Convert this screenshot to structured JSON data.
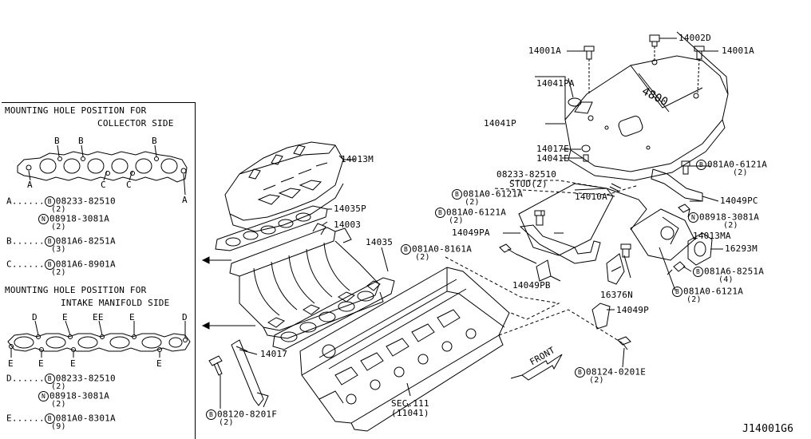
{
  "inset": {
    "collector": {
      "title1": "MOUNTING HOLE POSITION FOR",
      "title2": "COLLECTOR SIDE",
      "markB1": "B",
      "markB2": "B",
      "markB3": "B",
      "markC1": "C",
      "markC2": "C",
      "markA1": "A",
      "markA2": "A",
      "legend": [
        {
          "key": "A",
          "dots": "......",
          "sym": "B",
          "part": "08233-82510",
          "qty": "(2)"
        },
        {
          "key": "",
          "dots": "",
          "sym": "N",
          "part": "08918-3081A",
          "qty": "(2)"
        },
        {
          "key": "B",
          "dots": "......",
          "sym": "B",
          "part": "081A6-8251A",
          "qty": "(3)"
        },
        {
          "key": "C",
          "dots": "......",
          "sym": "B",
          "part": "081A6-8901A",
          "qty": "(2)"
        }
      ]
    },
    "intake": {
      "title1": "MOUNTING HOLE POSITION FOR",
      "title2": "INTAKE MANIFOLD SIDE",
      "markD1": "D",
      "markE1": "E",
      "markEE": "EE",
      "markE2": "E",
      "markD2": "D",
      "markE3": "E",
      "markE4": "E",
      "markE5": "E",
      "markE6": "E",
      "legend": [
        {
          "key": "D",
          "dots": "......",
          "sym": "B",
          "part": "08233-82510",
          "qty": "(2)"
        },
        {
          "key": "",
          "dots": "",
          "sym": "N",
          "part": "08918-3081A",
          "qty": "(2)"
        },
        {
          "key": "E",
          "dots": "......",
          "sym": "B",
          "part": "081A0-8301A",
          "qty": "(9)"
        }
      ]
    }
  },
  "parts": {
    "p14001A_left": "14001A",
    "p14002D": "14002D",
    "p14001A_right": "14001A",
    "p14041PA": "14041PA",
    "p14041P": "14041P",
    "p14017E": "14017E",
    "p14041E": "14041E",
    "cover_text": "4800",
    "p14013M": "14013M",
    "p14035P": "14035P",
    "p14003": "14003",
    "p14035": "14035",
    "p08233": "08233-82510",
    "stud": "STUD",
    "stud_qty": "(2)",
    "p14010A": "14010A",
    "b081A0_6121A_top": {
      "sym": "B",
      "part": "081A0-6121A",
      "qty": "(2)"
    },
    "b081A0_6121A_mid": {
      "sym": "B",
      "part": "081A0-6121A",
      "qty": "(2)"
    },
    "b081A0_6121A_right": {
      "sym": "B",
      "part": "081A0-6121A",
      "qty": "(2)"
    },
    "b081A0_6121A_low": {
      "sym": "B",
      "part": "081A0-6121A",
      "qty": "(2)"
    },
    "b081A0_8161A": {
      "sym": "B",
      "part": "081A0-8161A",
      "qty": "(2)"
    },
    "n08918": {
      "sym": "N",
      "part": "08918-3081A",
      "qty": "(2)"
    },
    "b081A6_8251A": {
      "sym": "B",
      "part": "081A6-8251A",
      "qty": "(4)"
    },
    "b08124": {
      "sym": "B",
      "part": "08124-0201E",
      "qty": "(2)"
    },
    "b08120": {
      "sym": "B",
      "part": "08120-8201F",
      "qty": "(2)"
    },
    "p14049PA": "14049PA",
    "p14049PC": "14049PC",
    "p14013MA": "14013MA",
    "p16293M": "16293M",
    "p14049PB": "14049PB",
    "p16376N": "16376N",
    "p14049P": "14049P",
    "p14017": "14017",
    "front": "FRONT",
    "sec": "SEC.111",
    "sec_sub": "(11041)",
    "diagram_code": "J14001G6"
  }
}
